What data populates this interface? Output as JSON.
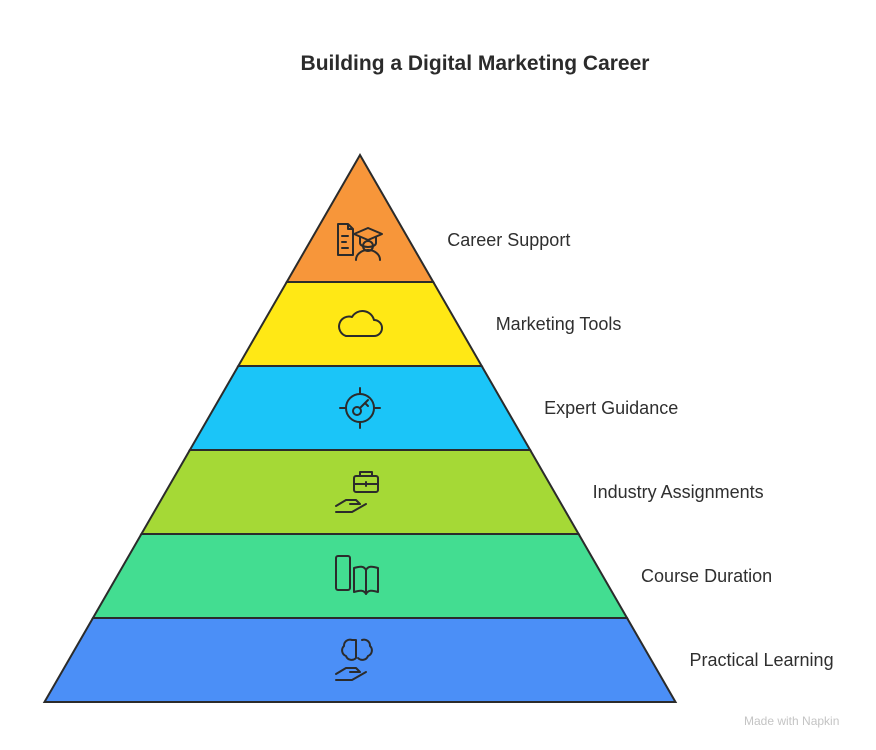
{
  "title": "Building a Digital Marketing Career",
  "layers": [
    {
      "label": "Career Support",
      "color": "#F7963A",
      "icon": "document-graduate-icon"
    },
    {
      "label": "Marketing Tools",
      "color": "#FFE815",
      "icon": "cloud-icon"
    },
    {
      "label": "Expert Guidance",
      "color": "#1BC5F8",
      "icon": "target-key-icon"
    },
    {
      "label": "Industry Assignments",
      "color": "#A5D936",
      "icon": "briefcase-hand-icon"
    },
    {
      "label": "Course Duration",
      "color": "#43DD91",
      "icon": "phone-book-icon"
    },
    {
      "label": "Practical Learning",
      "color": "#4B8FF7",
      "icon": "brain-hand-icon"
    }
  ],
  "footer": "Made with Napkin"
}
